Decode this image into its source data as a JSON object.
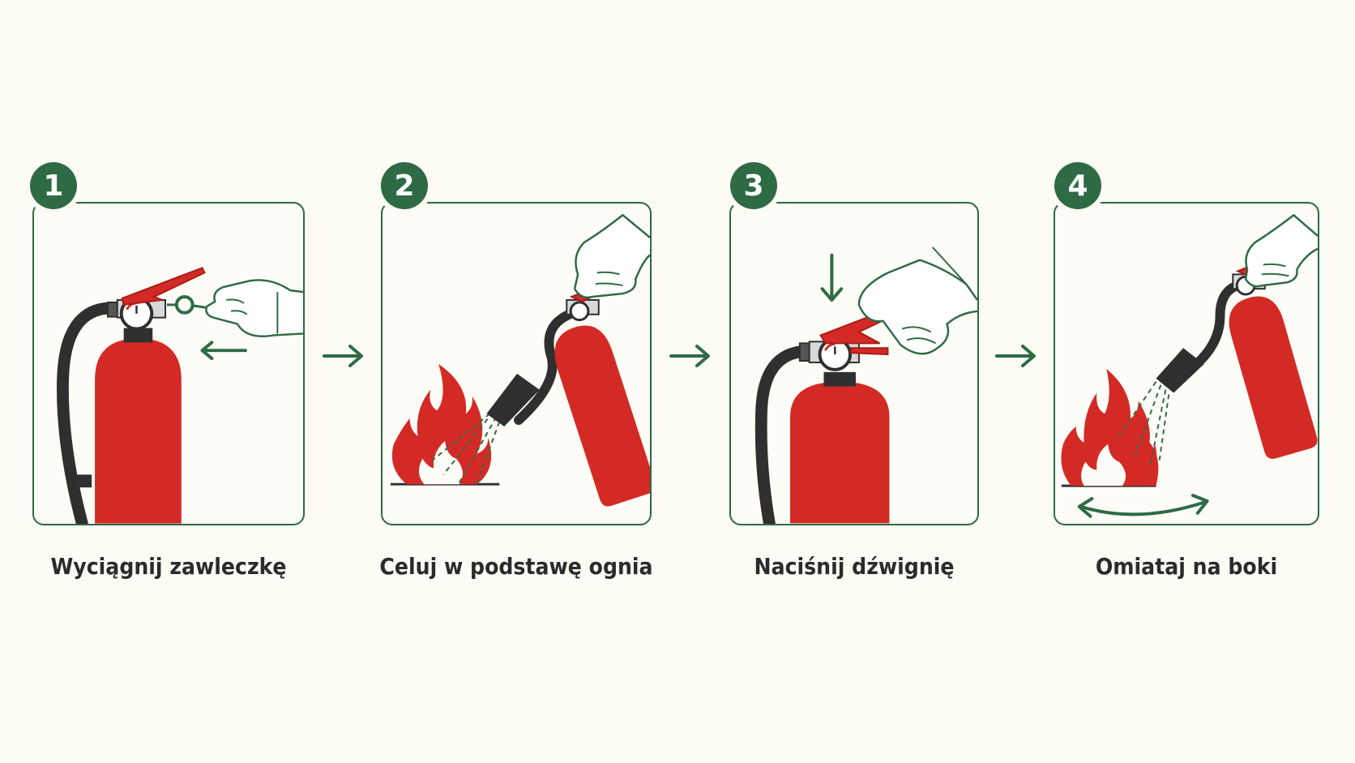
{
  "colors": {
    "green": "#2e6b45",
    "red": "#d42a25",
    "dark_red": "#a81c18",
    "hose": "#2f2f2f",
    "background": "#fcfbf4"
  },
  "steps": [
    {
      "number": "1",
      "caption": "Wyciągnij zawleczkę"
    },
    {
      "number": "2",
      "caption": "Celuj w podstawę ognia"
    },
    {
      "number": "3",
      "caption": "Naciśnij dźwignię"
    },
    {
      "number": "4",
      "caption": "Omiataj na boki"
    }
  ],
  "icons": {
    "flow_arrow": "right-arrow-icon",
    "pull_arrow": "left-arrow-icon",
    "press_arrow": "down-arrow-icon",
    "sweep_arrow": "double-curved-arrow-icon"
  }
}
